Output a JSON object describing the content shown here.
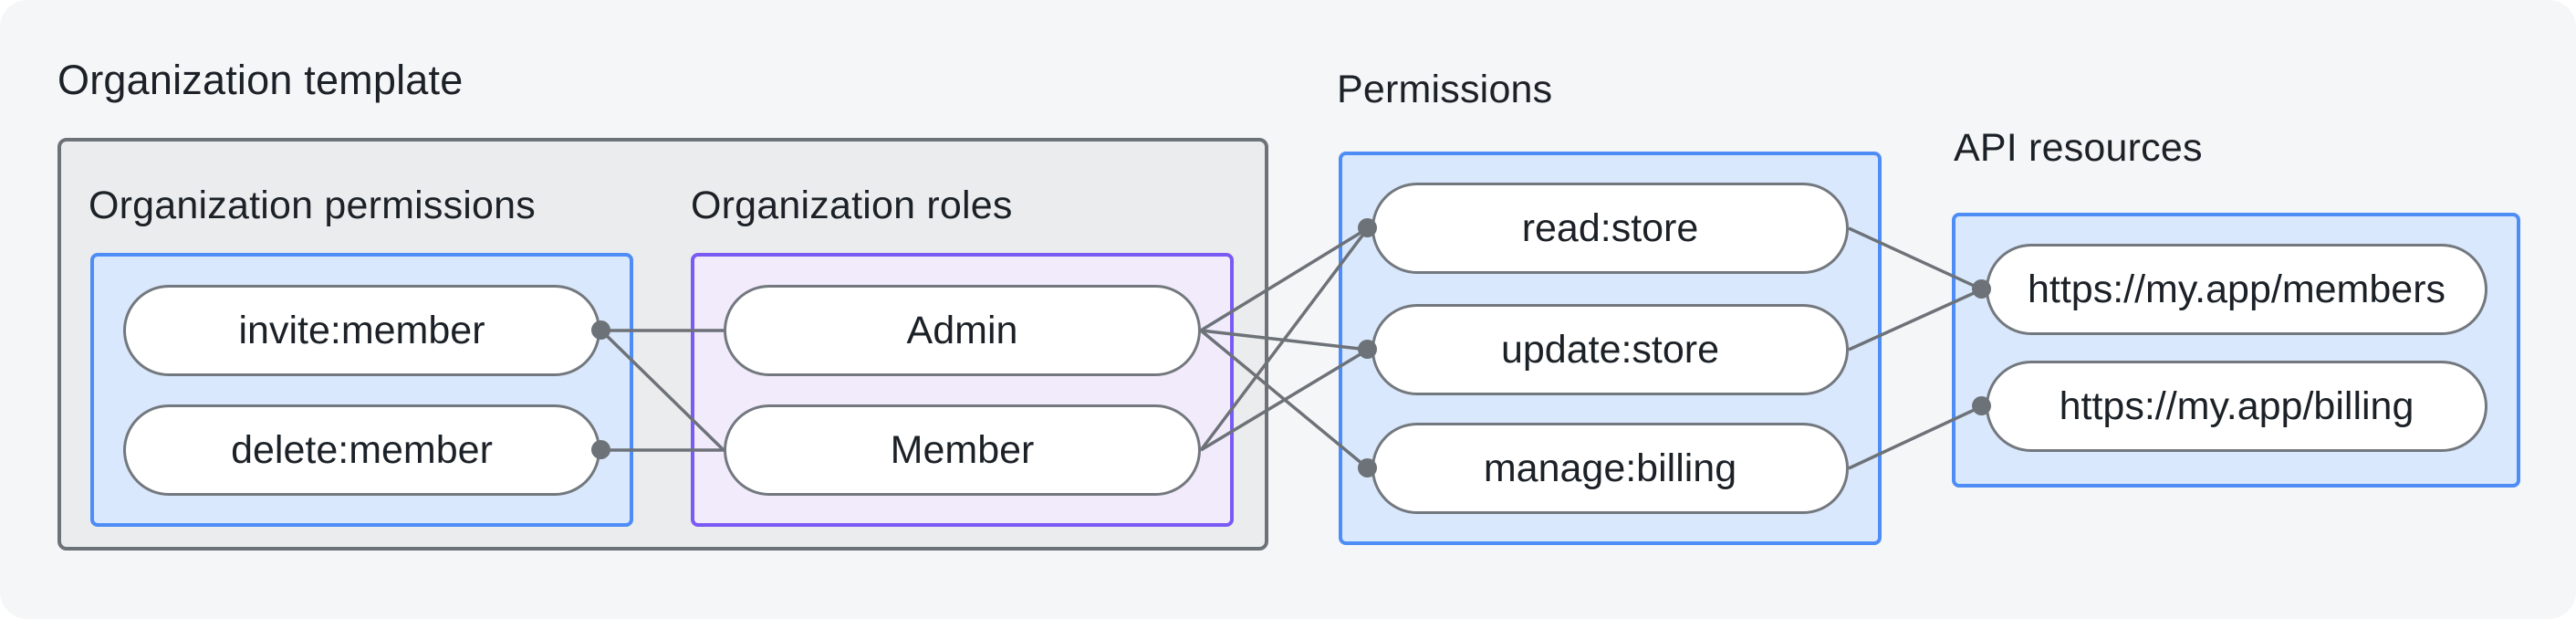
{
  "diagram": {
    "title": "Organization template",
    "groups": {
      "org_template": {
        "label": "Organization template"
      },
      "org_permissions": {
        "label": "Organization permissions",
        "nodes": [
          "invite:member",
          "delete:member"
        ]
      },
      "org_roles": {
        "label": "Organization roles",
        "nodes": [
          "Admin",
          "Member"
        ]
      },
      "permissions": {
        "label": "Permissions",
        "nodes": [
          "read:store",
          "update:store",
          "manage:billing"
        ]
      },
      "api_resources": {
        "label": "API resources",
        "nodes": [
          "https://my.app/members",
          "https://my.app/billing"
        ]
      }
    },
    "edges": [
      {
        "from": "invite:member",
        "to": "Admin"
      },
      {
        "from": "invite:member",
        "to": "Member"
      },
      {
        "from": "delete:member",
        "to": "Member"
      },
      {
        "from": "Admin",
        "to": "read:store"
      },
      {
        "from": "Admin",
        "to": "update:store"
      },
      {
        "from": "Admin",
        "to": "manage:billing"
      },
      {
        "from": "Member",
        "to": "read:store"
      },
      {
        "from": "Member",
        "to": "update:store"
      },
      {
        "from": "read:store",
        "to": "https://my.app/members"
      },
      {
        "from": "update:store",
        "to": "https://my.app/members"
      },
      {
        "from": "manage:billing",
        "to": "https://my.app/billing"
      }
    ],
    "colors": {
      "canvas_bg": "#f5f6f7",
      "group_box_bg": "#ebeced",
      "group_box_border": "#6d7278",
      "blue_box_bg": "#d9e8fc",
      "blue_box_border": "#4e8df6",
      "purple_box_bg": "#f1ebfc",
      "purple_box_border": "#7a5af5",
      "node_bg": "#ffffff",
      "node_border": "#73787e",
      "connector": "#6d7278",
      "text": "#1b2127"
    }
  }
}
